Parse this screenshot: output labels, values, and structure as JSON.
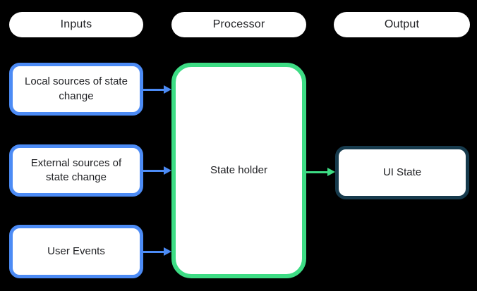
{
  "headers": [
    {
      "label": "Inputs"
    },
    {
      "label": "Processor"
    },
    {
      "label": "Output"
    }
  ],
  "inputs": [
    {
      "label": "Local sources of state change"
    },
    {
      "label": "External sources of state change"
    },
    {
      "label": "User Events"
    }
  ],
  "processor": {
    "label": "State holder"
  },
  "output": {
    "label": "UI State"
  },
  "arrows": [
    {
      "from": "local-sources",
      "to": "state-holder",
      "color_role": "input"
    },
    {
      "from": "external-sources",
      "to": "state-holder",
      "color_role": "input"
    },
    {
      "from": "user-events",
      "to": "state-holder",
      "color_role": "input"
    },
    {
      "from": "state-holder",
      "to": "ui-state",
      "color_role": "processor"
    }
  ],
  "colors": {
    "background": "#000000",
    "pill_fill": "#ffffff",
    "box_fill": "#ffffff",
    "text": "#202124",
    "input_accent": "#4c8bf5",
    "processor_accent": "#3ddc84",
    "output_accent": "#173b4d"
  }
}
